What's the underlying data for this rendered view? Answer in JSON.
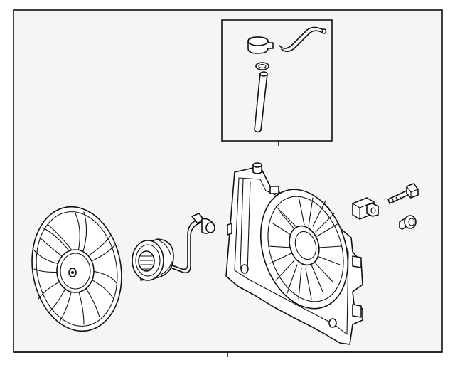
{
  "diagram": {
    "background": "#f5f5f3",
    "line_color": "#111111",
    "parts": [
      {
        "id": "fan-blade",
        "icon": "fan-blade-icon"
      },
      {
        "id": "fan-motor",
        "icon": "motor-icon"
      },
      {
        "id": "motor-wiring-harness",
        "icon": "wire-harness-icon"
      },
      {
        "id": "fan-shroud",
        "icon": "shroud-icon"
      },
      {
        "id": "resistor",
        "icon": "resistor-icon"
      },
      {
        "id": "bolt",
        "icon": "bolt-icon"
      },
      {
        "id": "nut",
        "icon": "nut-icon"
      },
      {
        "id": "reservoir-cap",
        "icon": "cap-icon"
      },
      {
        "id": "reservoir-hose",
        "icon": "hose-icon"
      },
      {
        "id": "o-ring",
        "icon": "o-ring-icon"
      },
      {
        "id": "reservoir-tube",
        "icon": "tube-icon"
      }
    ]
  }
}
